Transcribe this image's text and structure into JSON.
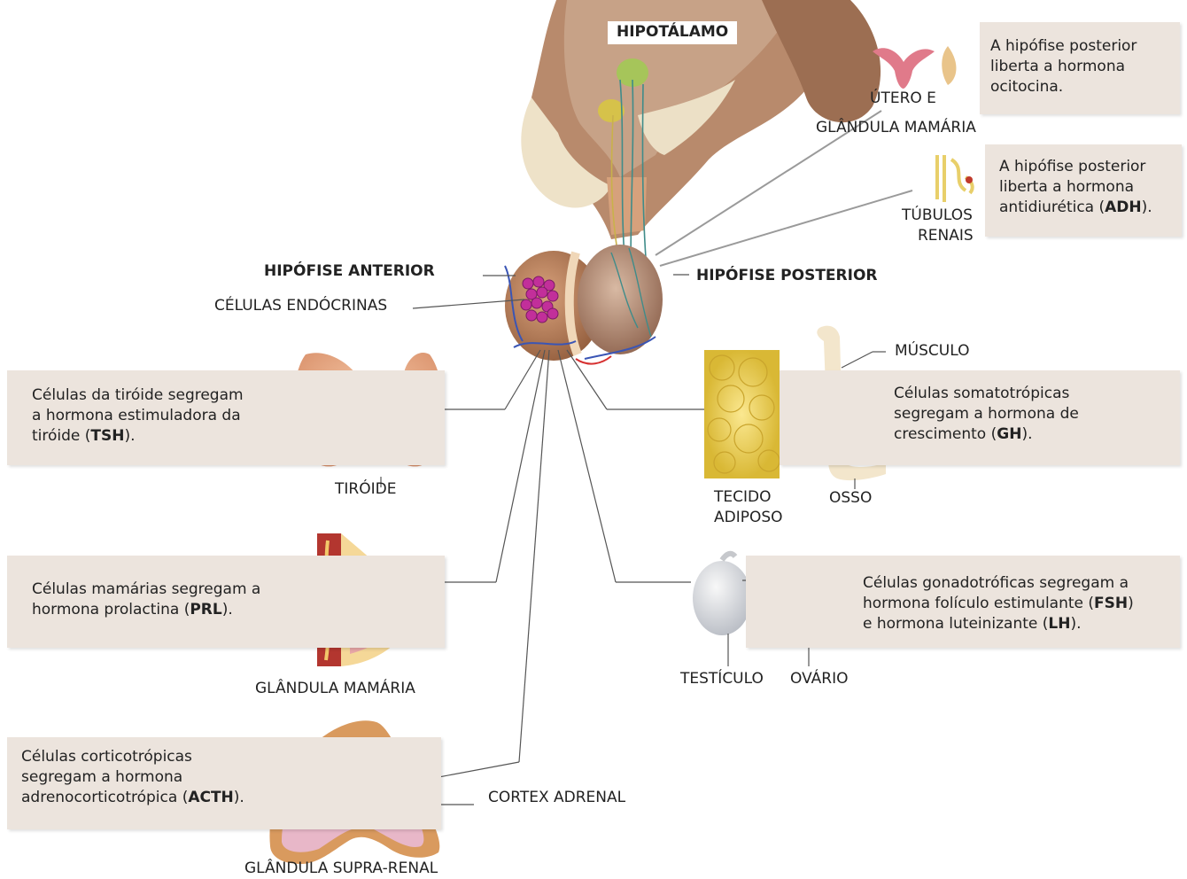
{
  "title_label": "HIPOTÁLAMO",
  "pituitary": {
    "anterior_label": "HIPÓFISE ANTERIOR",
    "posterior_label": "HIPÓFISE POSTERIOR",
    "endocrine_cells_label": "CÉLULAS ENDÓCRINAS"
  },
  "posterior_targets": [
    {
      "organ_label_line1": "ÚTERO E",
      "organ_label_line2": "GLÂNDULA MAMÁRIA",
      "text_line1": "A hipófise posterior",
      "text_line2": "liberta a hormona",
      "text_line3": "ocitocina."
    },
    {
      "organ_label_line1": "TÚBULOS",
      "organ_label_line2": "RENAIS",
      "text_line1": "A hipófise posterior",
      "text_line2": "liberta a hormona",
      "text_line3_prefix": "antidiurética (",
      "hormone": "ADH",
      "text_line3_suffix": ")."
    }
  ],
  "anterior_targets": [
    {
      "organ_label": "TIRÓIDE",
      "text_line1": "Células da tiróide segregam",
      "text_line2": "a hormona estimuladora da",
      "text_line3_prefix": "tiróide (",
      "hormone": "TSH",
      "text_line3_suffix": ")."
    },
    {
      "organ_label": "GLÂNDULA MAMÁRIA",
      "text_line1": "Células mamárias segregam a",
      "text_line2_prefix": "hormona prolactina (",
      "hormone": "PRL",
      "text_line2_suffix": ")."
    },
    {
      "organ_label": "GLÂNDULA SUPRA-RENAL",
      "extra_label": "CORTEX ADRENAL",
      "text_line1": "Células corticotrópicas",
      "text_line2": "segregam a hormona",
      "text_line3_prefix": "adrenocorticotrópica (",
      "hormone": "ACTH",
      "text_line3_suffix": ")."
    },
    {
      "organ_label_muscle": "MÚSCULO",
      "organ_label_bone": "OSSO",
      "organ_label_fat_line1": "TECIDO",
      "organ_label_fat_line2": "ADIPOSO",
      "text_line1": "Células somatotrópicas",
      "text_line2": "segregam a hormona de",
      "text_line3_prefix": "crescimento (",
      "hormone": "GH",
      "text_line3_suffix": ")."
    },
    {
      "organ_label_testis": "TESTÍCULO",
      "organ_label_ovary": "OVÁRIO",
      "text_line1": "Células gonadotróficas segregam a",
      "text_line2_prefix": "hormona folículo estimulante (",
      "hormone1": "FSH",
      "text_line2_suffix": ")",
      "text_line3_prefix": "e hormona luteinizante (",
      "hormone2": "LH",
      "text_line3_suffix": ")."
    }
  ],
  "colors": {
    "box_bg": "#ece4dd",
    "leader_line": "#555555",
    "posterior_leader": "#9a9a9a",
    "brain_tissue": "#b5876a",
    "gland": "#c08a64",
    "fat": "#efd55a"
  }
}
